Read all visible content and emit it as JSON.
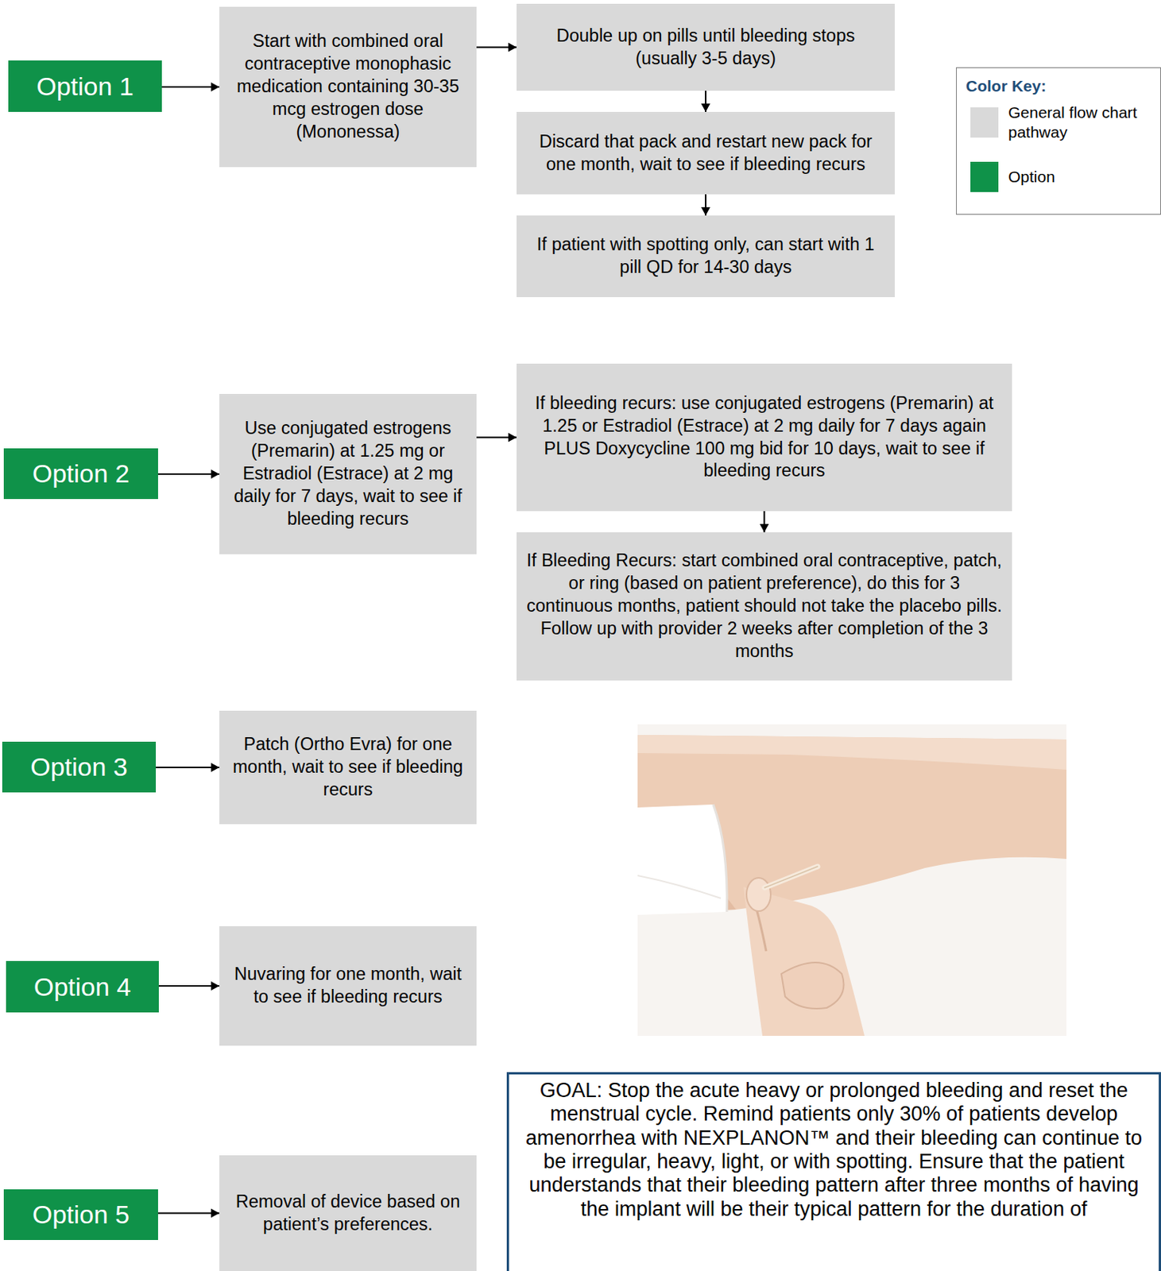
{
  "diagram": {
    "nodes": [
      {
        "text": [
          "Option 1"
        ]
      },
      {
        "text": [
          "Start with combined oral contraceptive monophasic medication containing 30-35 mcg estrogen dose (Mononessa)"
        ]
      },
      {
        "text": [
          "Double up on pills until bleeding stops (usually 3-5 days)"
        ]
      },
      {
        "text": [
          "Discard that pack and restart new pack for one month, wait to see if bleeding recurs"
        ]
      },
      {
        "text": [
          "If patient with spotting only, can start with 1 pill QD for 14-30 days"
        ]
      },
      {
        "text": [
          "Option 2"
        ]
      },
      {
        "text": [
          "Use conjugated estrogens (Premarin) at 1.25 mg or Estradiol (Estrace) at 2 mg daily for 7 days, wait to see if bleeding recurs"
        ]
      },
      {
        "text": [
          "If bleeding recurs: use conjugated estrogens (Premarin) at 1.25 or Estradiol (Estrace) at 2 mg daily for 7 days again PLUS Doxycycline 100 mg bid for 10 days, wait to see if bleeding recurs"
        ]
      },
      {
        "text": [
          "If Bleeding Recurs: start combined oral contraceptive, patch, or ring (based on patient preference), do this for 3 continuous months, patient should not take the placebo pills. Follow up with provider 2 weeks after completion of the 3 months"
        ]
      },
      {
        "text": [
          "Option 3"
        ]
      },
      {
        "text": [
          "Patch (Ortho Evra) for one month, wait to see if bleeding recurs"
        ]
      },
      {
        "text": [
          "Option 4"
        ]
      },
      {
        "text": [
          "Nuvaring for one month, wait to see if bleeding recurs"
        ]
      },
      {
        "text": [
          "Option 5"
        ]
      },
      {
        "text": [
          "Removal of device based on patient’s preferences."
        ]
      },
      {
        "text": [
          "GOAL: Stop the acute heavy or prolonged bleeding and reset the menstrual cycle. Remind patients only 30% of patients develop amenorrhea with NEXPLANON™ and their bleeding can continue to be irregular, heavy, light, or with spotting. Ensure that the patient understands that their bleeding pattern after three months of having the implant will be their typical pattern for the duration of"
        ]
      }
    ],
    "edges": [
      {
        "from": 0,
        "to": 1,
        "arrow": "to"
      },
      {
        "from": 1,
        "to": 2,
        "arrow": "to"
      },
      {
        "from": 2,
        "to": 3,
        "arrow": "to"
      },
      {
        "from": 3,
        "to": 4,
        "arrow": "to"
      },
      {
        "from": 5,
        "to": 6,
        "arrow": "to"
      },
      {
        "from": 6,
        "to": 7,
        "arrow": "to"
      },
      {
        "from": 7,
        "to": 8,
        "arrow": "to"
      },
      {
        "from": 9,
        "to": 10,
        "arrow": "to"
      },
      {
        "from": 11,
        "to": 12,
        "arrow": "to"
      },
      {
        "from": 13,
        "to": 14,
        "arrow": "to"
      }
    ],
    "labels": [
      "Color Key:"
    ],
    "legend": [
      {
        "text": "General flow chart pathway",
        "color": "#d9d9d9"
      },
      {
        "text": "Option",
        "color": "#0f9249"
      }
    ]
  }
}
